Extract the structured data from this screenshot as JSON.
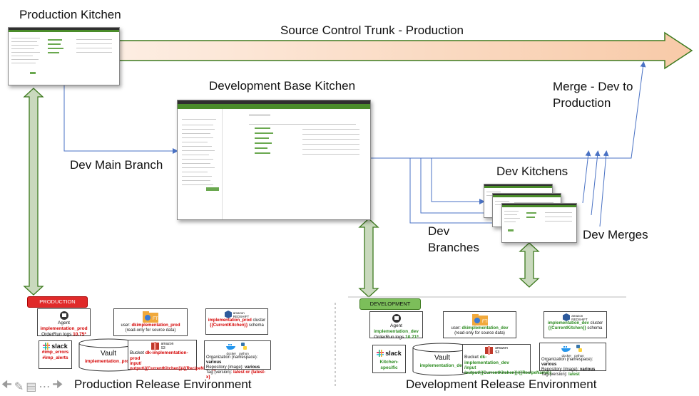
{
  "labels": {
    "production_kitchen": "Production Kitchen",
    "trunk": "Source Control Trunk - Production",
    "dev_base_kitchen": "Development Base Kitchen",
    "merge_dev_to_prod": "Merge - Dev to Production",
    "dev_main_branch": "Dev Main Branch",
    "dev_kitchens": "Dev Kitchens",
    "dev_branches": "Dev Branches",
    "dev_merges": "Dev Merges"
  },
  "production_env": {
    "badge": "PRODUCTION",
    "title": "Production Release Environment",
    "agent": {
      "line1_prefix": "Agent ",
      "name": "implementation_prod",
      "line2_prefix": "OrderRun logs ",
      "version": "10.75*"
    },
    "ftp": {
      "prefix": "user: ",
      "user": "dkimplementation_prod",
      "note": "(read-only for source data)"
    },
    "redshift": {
      "logo_top": "amazon",
      "logo_bottom": "REDSHIFT",
      "name": "implementation_prod",
      "suffix": " cluster",
      "schema": "{{CurrentKitchen}}",
      "schema_suffix": " schema"
    },
    "slack": {
      "logo": "slack",
      "channel1": "#imp_errors",
      "channel2": "#imp_alerts"
    },
    "vault": {
      "title": "Vault",
      "name": "implementation_prod"
    },
    "s3": {
      "logo_top": "amazon",
      "logo_bottom": "S3",
      "bucket_prefix": "Bucket ",
      "bucket": "dk-implementation-prod",
      "line2": "input/",
      "line3": "output/{{CurrentKitchen}}/{{RecipeName}}"
    },
    "docker": {
      "logo1": "docker",
      "logo2": "python",
      "line1_prefix": "Organization (namespace): ",
      "line1_val": "various",
      "line2_prefix": "Repository (image): ",
      "line2_val": "various",
      "line3_prefix": "Tag (version): ",
      "line3_val": "latest or {latest-x}"
    }
  },
  "development_env": {
    "badge": "DEVELOPMENT",
    "title": "Development Release Environment",
    "agent": {
      "line1_prefix": "Agent ",
      "name": "implementation_dev",
      "line2_prefix": "OrderRun logs ",
      "version": "10.71*"
    },
    "ftp": {
      "prefix": "user: ",
      "user": "dkimplementation_dev",
      "note": "(read-only for source data)"
    },
    "redshift": {
      "logo_top": "amazon",
      "logo_bottom": "REDSHIFT",
      "name": "implementation_dev",
      "suffix": " cluster",
      "schema": "{{CurrentKitchen}}",
      "schema_suffix": " schema"
    },
    "slack": {
      "logo": "slack",
      "channel1": "Kitchen-specific"
    },
    "vault": {
      "title": "Vault",
      "name": "implementation_dev"
    },
    "s3": {
      "logo_top": "amazon",
      "logo_bottom": "S3",
      "bucket_prefix": "Bucket ",
      "bucket": "dk-implementation_dev",
      "line2": "/input",
      "line3": "/output/{{CurrentKitchen}}/{{RecipeName}}"
    },
    "docker": {
      "logo1": "docker",
      "logo2": "python",
      "line1_prefix": "Organization (namespace): ",
      "line1_val": "various",
      "line2_prefix": "Repository (image): ",
      "line2_val": "various",
      "line3_prefix": "Tag (version): ",
      "line3_val": "latest"
    }
  },
  "colors": {
    "trunk_fill_start": "#fdeee3",
    "trunk_fill_end": "#f8caa8",
    "trunk_stroke": "#3d7a1e",
    "branch_line": "#4a72c4",
    "double_arrow_fill": "#c9d9bd",
    "double_arrow_stroke": "#3d7a1e",
    "prod_badge": "#e02a2a",
    "dev_badge": "#7cbe5a"
  },
  "icons": [
    "ftp-folder-icon",
    "redshift-icon",
    "slack-icon",
    "s3-icon",
    "docker-icon",
    "python-icon",
    "nav-back-icon",
    "pen-icon",
    "comment-icon",
    "more-icon",
    "nav-forward-icon"
  ]
}
